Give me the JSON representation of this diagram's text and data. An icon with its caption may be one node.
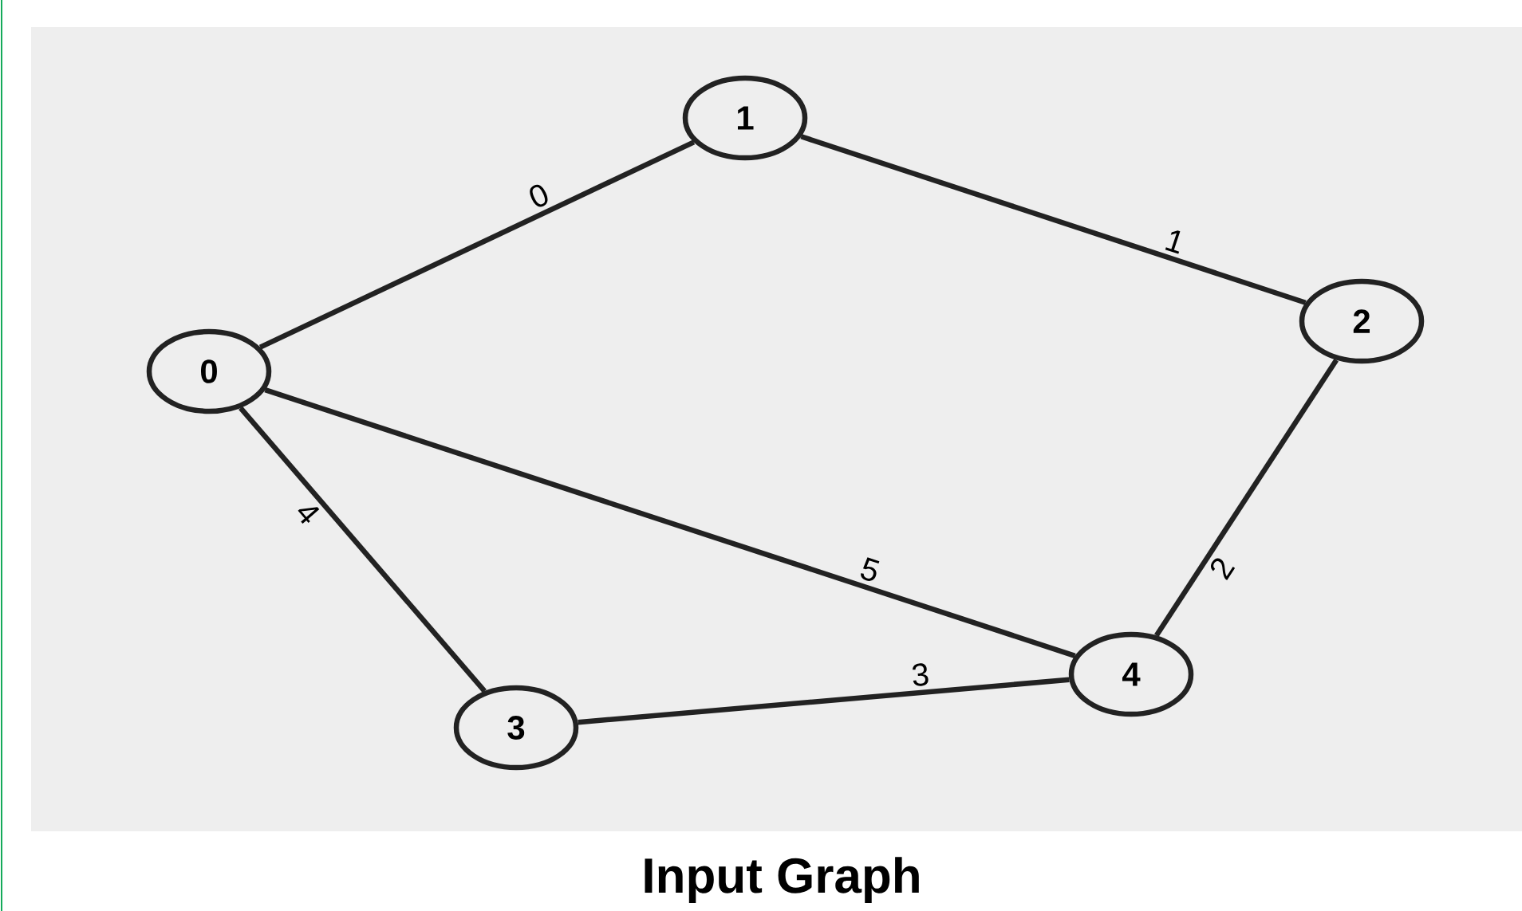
{
  "diagram": {
    "caption": "Input Graph",
    "nodes": [
      {
        "text": [
          "0"
        ]
      },
      {
        "text": [
          "1"
        ]
      },
      {
        "text": [
          "2"
        ]
      },
      {
        "text": [
          "3"
        ]
      },
      {
        "text": [
          "4"
        ]
      }
    ],
    "edges": [
      {
        "from": 0,
        "to": 1,
        "arrow": "none",
        "label": "0"
      },
      {
        "from": 1,
        "to": 2,
        "arrow": "none",
        "label": "1"
      },
      {
        "from": 2,
        "to": 4,
        "arrow": "none",
        "label": "2"
      },
      {
        "from": 3,
        "to": 4,
        "arrow": "none",
        "label": "3"
      },
      {
        "from": 0,
        "to": 3,
        "arrow": "none",
        "label": "4"
      },
      {
        "from": 0,
        "to": 4,
        "arrow": "none",
        "label": "5"
      }
    ]
  }
}
